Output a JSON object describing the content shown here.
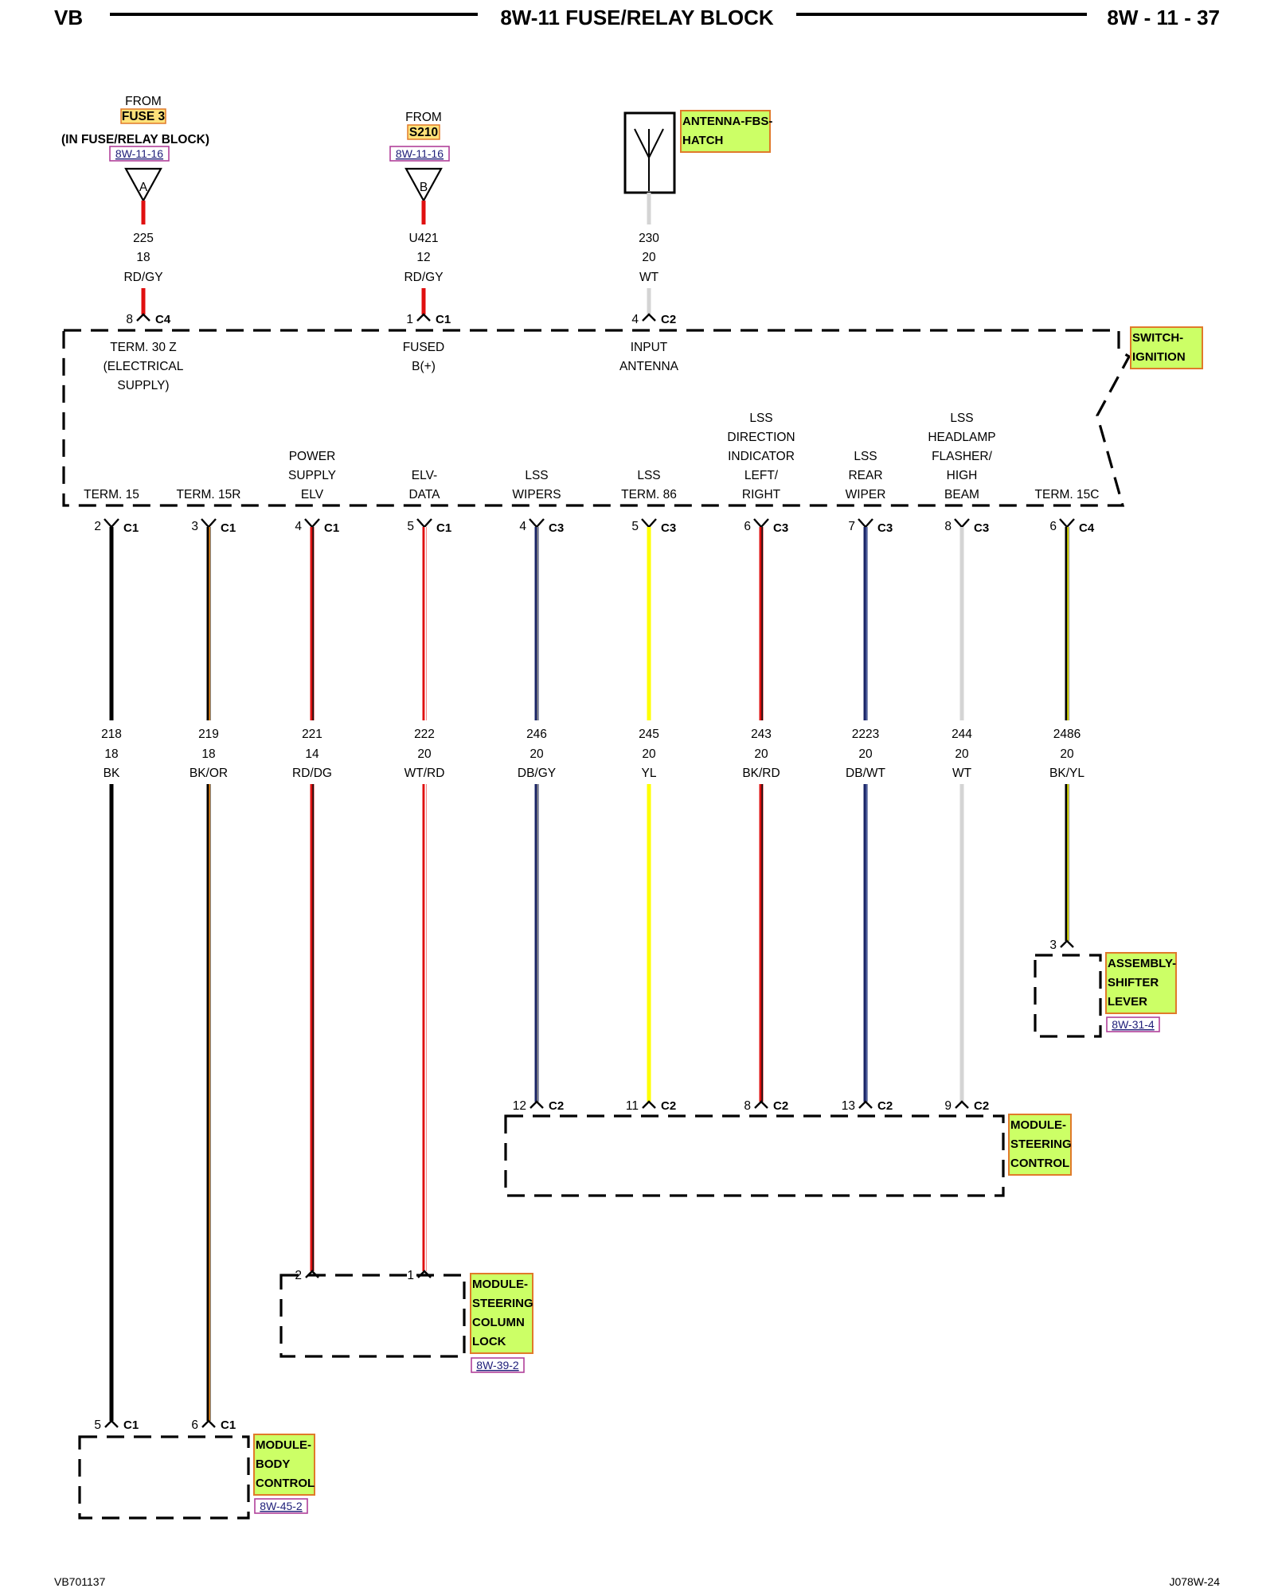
{
  "header": {
    "left": "VB",
    "title": "8W-11 FUSE/RELAY BLOCK",
    "right": "8W - 11 - 37"
  },
  "footer": {
    "left": "VB701137",
    "right": "J078W-24"
  },
  "colors": {
    "label_fill": "#ccff66",
    "label_border": "#e07a2a",
    "link_border": "#b0409a",
    "fuse_tag_fill": "#ffe27a"
  },
  "sources": [
    {
      "from": "FROM",
      "name": "FUSE 3",
      "note": "(IN FUSE/RELAY BLOCK)",
      "ref": "8W-11-16",
      "letter": "A",
      "circuit": "225",
      "gauge": "18",
      "color": "RD/GY",
      "pin": "8",
      "conn": "C4",
      "function": [
        "TERM. 30 Z",
        "(ELECTRICAL",
        "SUPPLY)"
      ]
    },
    {
      "from": "FROM",
      "name": "S210",
      "ref": "8W-11-16",
      "letter": "B",
      "circuit": "U421",
      "gauge": "12",
      "color": "RD/GY",
      "pin": "1",
      "conn": "C1",
      "function": [
        "FUSED",
        "B(+)"
      ]
    },
    {
      "name": [
        "ANTENNA-FBS-",
        "HATCH"
      ],
      "circuit": "230",
      "gauge": "20",
      "color": "WT",
      "pin": "4",
      "conn": "C2",
      "function": [
        "INPUT",
        "ANTENNA"
      ]
    }
  ],
  "switch_label": [
    "SWITCH-",
    "IGNITION"
  ],
  "outputs": [
    {
      "function": [
        "TERM. 15"
      ],
      "pin": "2",
      "conn": "C1",
      "circuit": "218",
      "gauge": "18",
      "color": "BK",
      "to_pin": "5",
      "to_conn": "C1"
    },
    {
      "function": [
        "TERM. 15R"
      ],
      "pin": "3",
      "conn": "C1",
      "circuit": "219",
      "gauge": "18",
      "color": "BK/OR",
      "to_pin": "6",
      "to_conn": "C1"
    },
    {
      "function": [
        "POWER",
        "SUPPLY",
        "ELV"
      ],
      "pin": "4",
      "conn": "C1",
      "circuit": "221",
      "gauge": "14",
      "color": "RD/DG",
      "to_pin": "2",
      "to_conn": ""
    },
    {
      "function": [
        "ELV-",
        "DATA"
      ],
      "pin": "5",
      "conn": "C1",
      "circuit": "222",
      "gauge": "20",
      "color": "WT/RD",
      "to_pin": "1",
      "to_conn": ""
    },
    {
      "function": [
        "LSS",
        "WIPERS"
      ],
      "pin": "4",
      "conn": "C3",
      "circuit": "246",
      "gauge": "20",
      "color": "DB/GY",
      "to_pin": "12",
      "to_conn": "C2"
    },
    {
      "function": [
        "LSS",
        "TERM. 86"
      ],
      "pin": "5",
      "conn": "C3",
      "circuit": "245",
      "gauge": "20",
      "color": "YL",
      "to_pin": "11",
      "to_conn": "C2"
    },
    {
      "function": [
        "LSS",
        "DIRECTION",
        "INDICATOR",
        "LEFT/",
        "RIGHT"
      ],
      "pin": "6",
      "conn": "C3",
      "circuit": "243",
      "gauge": "20",
      "color": "BK/RD",
      "to_pin": "8",
      "to_conn": "C2"
    },
    {
      "function": [
        "LSS",
        "REAR",
        "WIPER"
      ],
      "pin": "7",
      "conn": "C3",
      "circuit": "2223",
      "gauge": "20",
      "color": "DB/WT",
      "to_pin": "13",
      "to_conn": "C2"
    },
    {
      "function": [
        "LSS",
        "HEADLAMP",
        "FLASHER/",
        "HIGH",
        "BEAM"
      ],
      "pin": "8",
      "conn": "C3",
      "circuit": "244",
      "gauge": "20",
      "color": "WT",
      "to_pin": "9",
      "to_conn": "C2"
    },
    {
      "function": [
        "TERM. 15C"
      ],
      "pin": "6",
      "conn": "C4",
      "circuit": "2486",
      "gauge": "20",
      "color": "BK/YL",
      "to_pin": "3",
      "to_conn": ""
    }
  ],
  "modules": [
    {
      "id": "shifter",
      "label": [
        "ASSEMBLY-",
        "SHIFTER",
        "LEVER"
      ],
      "ref": "8W-31-4"
    },
    {
      "id": "steering-control",
      "label": [
        "MODULE-",
        "STEERING",
        "CONTROL"
      ]
    },
    {
      "id": "column-lock",
      "label": [
        "MODULE-",
        "STEERING",
        "COLUMN",
        "LOCK"
      ],
      "ref": "8W-39-2"
    },
    {
      "id": "body-control",
      "label": [
        "MODULE-",
        "BODY",
        "CONTROL"
      ],
      "ref": "8W-45-2"
    }
  ]
}
